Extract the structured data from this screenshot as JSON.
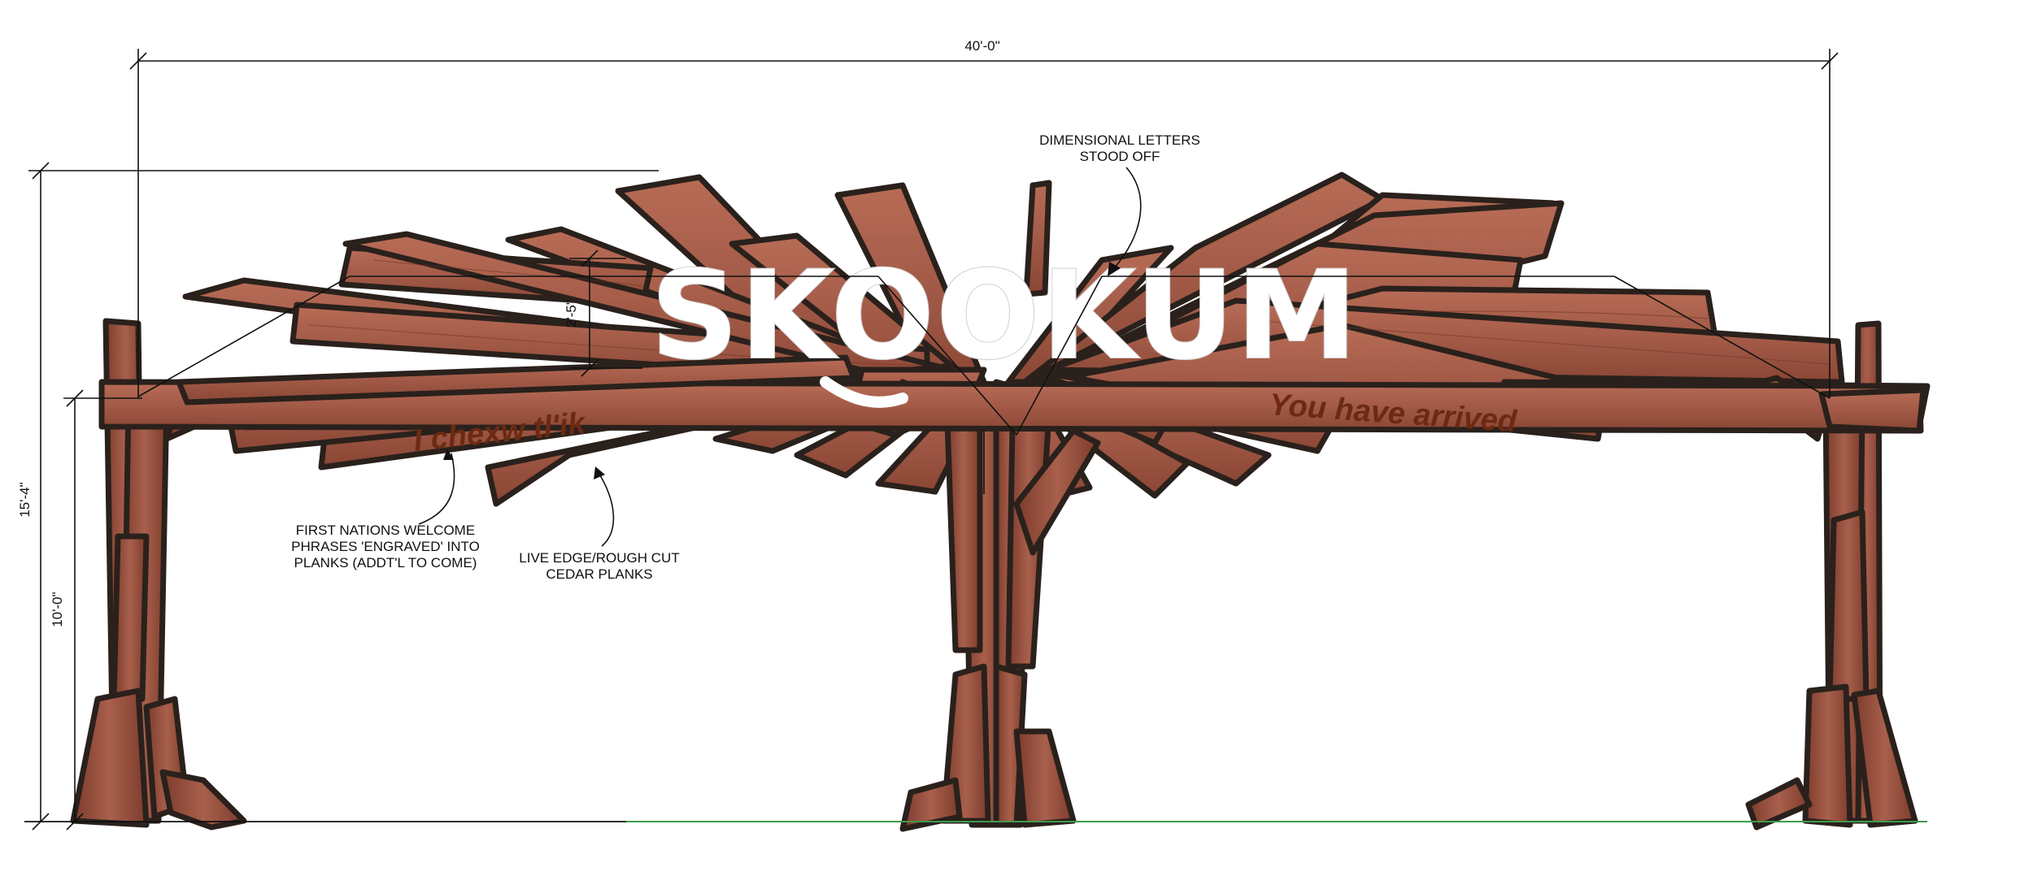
{
  "drawing": {
    "colors": {
      "cedar": "#a25a47",
      "cedar_light": "#b86c56",
      "cedar_dark": "#7d3b2c",
      "outline": "#2a211c",
      "ground_line": "#3f9a4a",
      "letters": "#ffffff",
      "engraving": "#6b2a12"
    },
    "dimensions": {
      "overall_width": "40'-0\"",
      "overall_height": "15'-4\"",
      "post_height": "10'-0\"",
      "letter_height": "2'-5\""
    },
    "sign_text": "SKOOKUM",
    "phrases": {
      "left": "I chexw tl'ik",
      "right": "You have arrived"
    },
    "callouts": {
      "letters": [
        "DIMENSIONAL LETTERS",
        "STOOD OFF"
      ],
      "phrases": [
        "FIRST NATIONS WELCOME",
        "PHRASES 'ENGRAVED' INTO",
        "PLANKS (ADDT'L TO COME)"
      ],
      "planks": [
        "LIVE EDGE/ROUGH CUT",
        "CEDAR PLANKS"
      ]
    }
  }
}
